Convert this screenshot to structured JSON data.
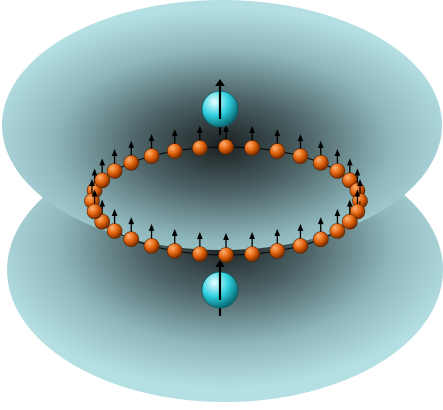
{
  "figure": {
    "lobe_color": "#b4dfe3",
    "lobe_center_color": "#1b1f20",
    "ring_atom_color": "#e0600a",
    "ring_atom_highlight": "#ffb070",
    "central_atom_color": "#2fd0e0",
    "central_atom_highlight": "#e8ffff",
    "spin_arrow_color": "#000000",
    "ring_line_color": "#000000",
    "ring_atom_count": 32,
    "central_atom_count": 2,
    "spin_direction": "up"
  }
}
